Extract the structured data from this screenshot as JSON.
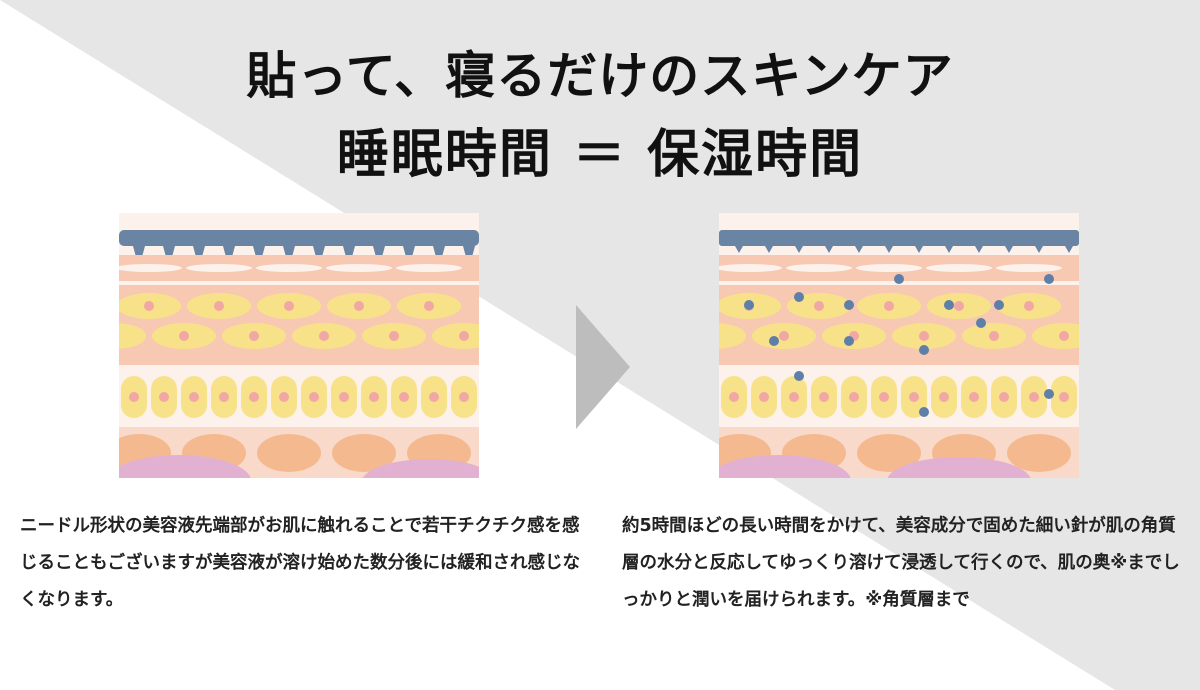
{
  "headline": {
    "line1": "貼って、寝るだけのスキンケア",
    "line2": "睡眠時間 ＝ 保湿時間"
  },
  "panels": {
    "before_caption": "ニードル形状の美容液先端部がお肌に触れることで若干チクチク感を感じることもございますが美容液が溶け始めた数分後には緩和され感じなくなります。",
    "after_caption": "約5時間ほどの長い時間をかけて、美容成分で固めた細い針が肌の角質層の水分と反応してゆっくり溶けて浸透して行くので、肌の奥※までしっかりと潤いを届けられます。※角質層まで"
  },
  "colors": {
    "background_gray": "#e6e6e6",
    "patch": "#6a85a3",
    "dot": "#5e7fa8",
    "cell_yellow": "#f8e289",
    "nucleus": "#f1a7a3",
    "skin_pink": "#f7c8b2",
    "deep_orange": "#f5b98f",
    "purple": "#e2b1d1",
    "arrow": "#bdbdbd"
  },
  "icons": {
    "arrow": "chevron-right-icon"
  }
}
